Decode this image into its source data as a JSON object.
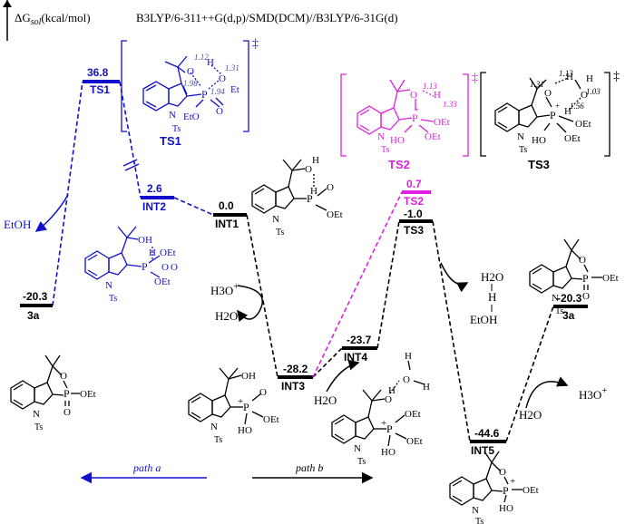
{
  "header": {
    "axis_label": "ΔG",
    "axis_sub": "sol",
    "axis_unit": "(kcal/mol)",
    "method": "B3LYP/6-311++G(d,p)/SMD(DCM)//B3LYP/6-31G(d)"
  },
  "colors": {
    "path_a": "#1010cc",
    "path_b": "#000000",
    "ts2": "#e020e0",
    "bond_len": "#5050a0"
  },
  "levels": [
    {
      "id": "3a_left",
      "name": "3a",
      "energy": "-20.3"
    },
    {
      "id": "TS1",
      "name": "TS1",
      "energy": "36.8"
    },
    {
      "id": "INT2",
      "name": "INT2",
      "energy": "2.6"
    },
    {
      "id": "INT1",
      "name": "INT1",
      "energy": "0.0"
    },
    {
      "id": "INT3",
      "name": "INT3",
      "energy": "-28.2"
    },
    {
      "id": "INT4",
      "name": "INT4",
      "energy": "-23.7"
    },
    {
      "id": "TS2",
      "name": "TS2",
      "energy": "0.7"
    },
    {
      "id": "TS3",
      "name": "TS3",
      "energy": "-1.0"
    },
    {
      "id": "INT5",
      "name": "INT5",
      "energy": "-44.6"
    },
    {
      "id": "3a_right",
      "name": "3a",
      "energy": "-20.3"
    }
  ],
  "species": {
    "etoh": "EtOH",
    "h3o": "H3O",
    "h2o": "H2O",
    "plus": "+",
    "ts_mark": "‡"
  },
  "structures": {
    "TS1": {
      "label": "TS1",
      "bonds": [
        "1.12",
        "1.31",
        "1.98",
        "1.94"
      ]
    },
    "TS2": {
      "label": "TS2",
      "bonds": [
        "1.13",
        "1.33"
      ]
    },
    "TS3": {
      "label": "TS3",
      "bonds": [
        "1.13",
        "1.31",
        "1.03",
        "1.56"
      ]
    }
  },
  "atoms": {
    "O": "O",
    "H": "H",
    "P": "P",
    "N": "N",
    "Ts": "Ts",
    "OEt": "OEt",
    "Et": "Et",
    "EtO": "EtO",
    "HO": "HO",
    "OH": "OH"
  },
  "paths": {
    "path_a": "path a",
    "path_b": "path b"
  }
}
